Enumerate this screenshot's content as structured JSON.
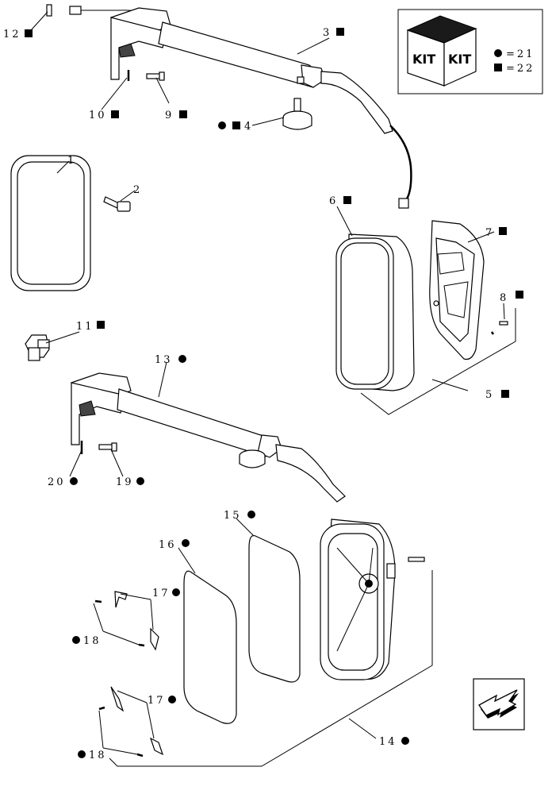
{
  "legend": {
    "kit_text_left": "KIT",
    "kit_text_right": "KIT",
    "circle_value": "=21",
    "square_value": "=22"
  },
  "labels": [
    {
      "id": "12",
      "text": "12",
      "marker": "square"
    },
    {
      "id": "3",
      "text": "3",
      "marker": "square"
    },
    {
      "id": "10",
      "text": "10",
      "marker": "square"
    },
    {
      "id": "9",
      "text": "9",
      "marker": "square"
    },
    {
      "id": "4",
      "text": "4",
      "marker": "circle+square"
    },
    {
      "id": "1",
      "text": "1",
      "marker": "none"
    },
    {
      "id": "2",
      "text": "2",
      "marker": "none"
    },
    {
      "id": "6",
      "text": "6",
      "marker": "square"
    },
    {
      "id": "7",
      "text": "7",
      "marker": "square"
    },
    {
      "id": "8",
      "text": "8",
      "marker": "square"
    },
    {
      "id": "11",
      "text": "11",
      "marker": "square"
    },
    {
      "id": "5",
      "text": "5",
      "marker": "square"
    },
    {
      "id": "13",
      "text": "13",
      "marker": "circle"
    },
    {
      "id": "20",
      "text": "20",
      "marker": "circle"
    },
    {
      "id": "19",
      "text": "19",
      "marker": "circle"
    },
    {
      "id": "15",
      "text": "15",
      "marker": "circle"
    },
    {
      "id": "16",
      "text": "16",
      "marker": "circle"
    },
    {
      "id": "17a",
      "text": "17",
      "marker": "circle"
    },
    {
      "id": "18a",
      "text": "18",
      "marker": "circle"
    },
    {
      "id": "17b",
      "text": "17",
      "marker": "circle"
    },
    {
      "id": "14",
      "text": "14",
      "marker": "circle"
    },
    {
      "id": "18b",
      "text": "18",
      "marker": "circle"
    }
  ],
  "nav": {
    "icon": "next-page-arrow-icon"
  }
}
